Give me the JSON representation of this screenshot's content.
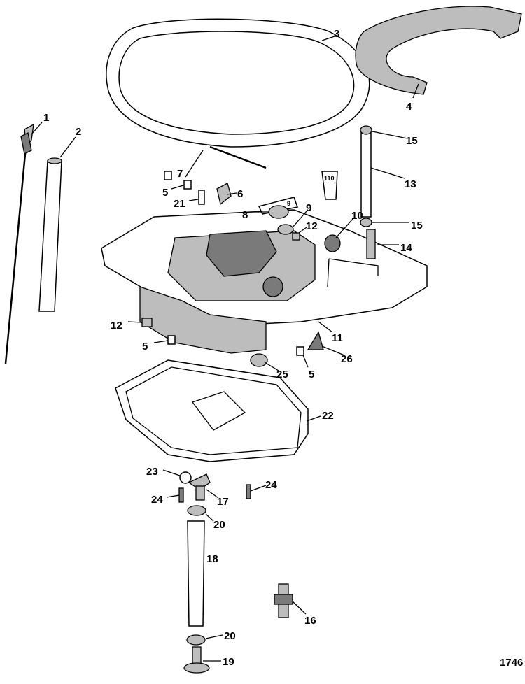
{
  "diagram": {
    "figure_number": "1746",
    "tube_labels": {
      "sealant_9": "9",
      "grease_110": "110"
    },
    "callouts": [
      "1",
      "2",
      "3",
      "4",
      "15",
      "13",
      "15",
      "14",
      "10",
      "12",
      "9",
      "8",
      "7",
      "5",
      "6",
      "21",
      "12",
      "5",
      "11",
      "26",
      "25",
      "5",
      "22",
      "23",
      "24",
      "24",
      "17",
      "20",
      "18",
      "16",
      "20",
      "19"
    ]
  }
}
